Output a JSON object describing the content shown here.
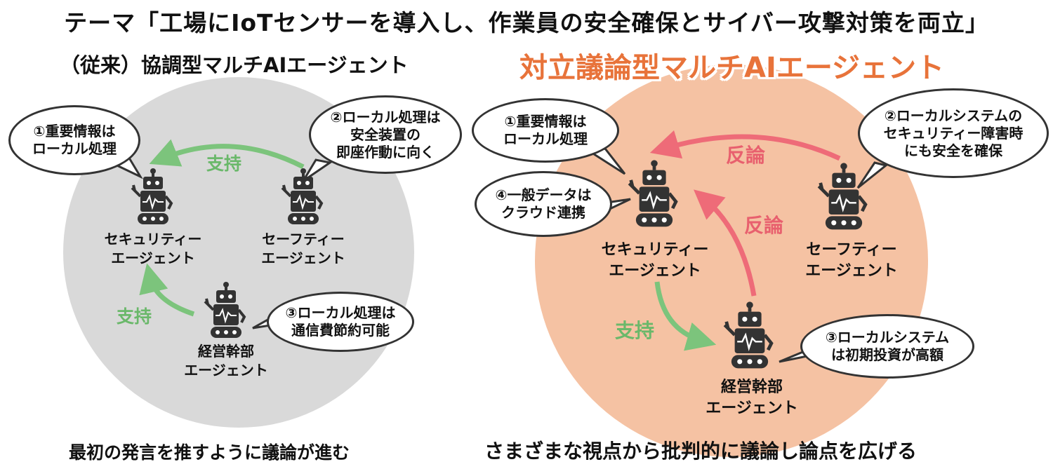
{
  "theme": "テーマ「工場にIoTセンサーを導入し、作業員の安全確保とサイバー攻撃対策を両立」",
  "colors": {
    "circle_left": "#d9d9d9",
    "circle_right": "#f5c2a3",
    "support_arrow": "#7cc47c",
    "rebuttal_arrow": "#ee6b78",
    "accent_orange": "#e8733a"
  },
  "left_panel": {
    "title": "（従来）協調型マルチAIエージェント",
    "bubbles": {
      "b1": "①重要情報は\nローカル処理",
      "b2": "②ローカル処理は\n安全装置の\n即座作動に向く",
      "b3": "③ローカル処理は\n通信費節約可能"
    },
    "agents": {
      "security": "セキュリティー\nエージェント",
      "safety": "セーフティー\nエージェント",
      "executive": "経営幹部\nエージェント"
    },
    "edge_labels": {
      "top": "支持",
      "left": "支持"
    },
    "caption": "最初の発言を推すように議論が進む"
  },
  "right_panel": {
    "title": "対立議論型マルチAIエージェント",
    "bubbles": {
      "b1": "①重要情報は\nローカル処理",
      "b2": "②ローカルシステムの\nセキュリティー障害時\nにも安全を確保",
      "b3": "③ローカルシステム\nは初期投資が高額",
      "b4": "④一般データは\nクラウド連携"
    },
    "agents": {
      "security": "セキュリティー\nエージェント",
      "safety": "セーフティー\nエージェント",
      "executive": "経営幹部\nエージェント"
    },
    "edge_labels": {
      "top": "反論",
      "middle": "反論",
      "bottom": "支持"
    },
    "caption": "さまざまな視点から批判的に議論し論点を広げる"
  }
}
